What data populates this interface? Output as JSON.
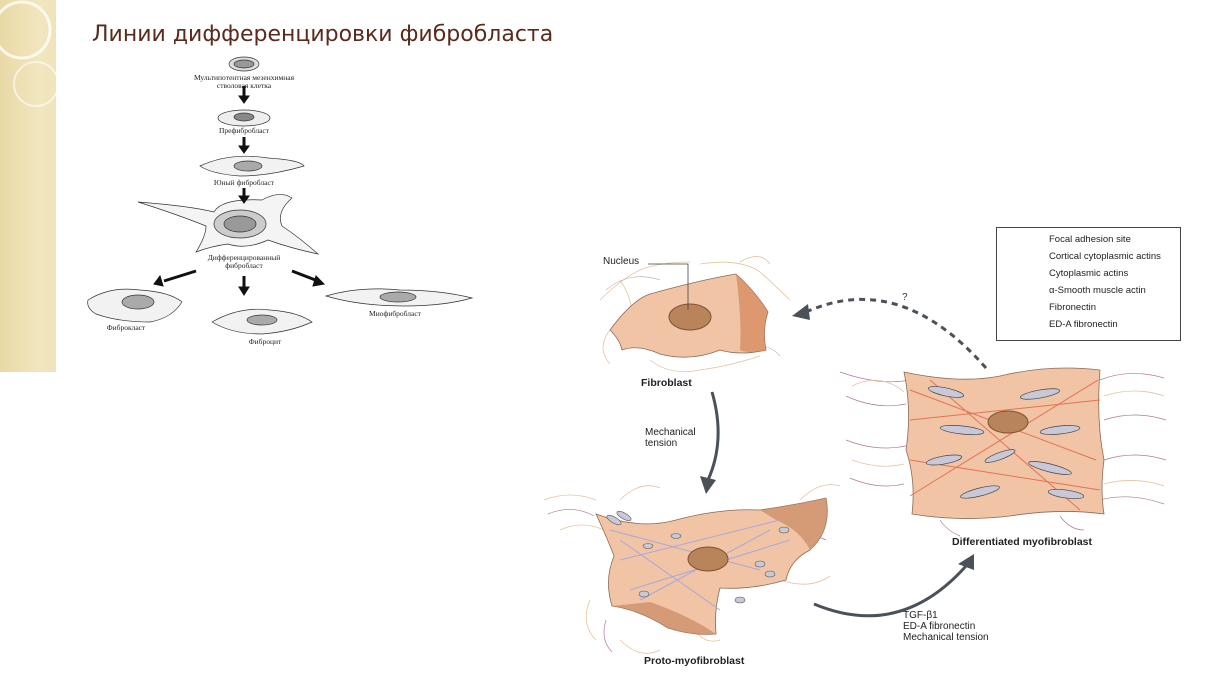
{
  "slide": {
    "title": "Линии дифференцировки фибробласта",
    "stages": {
      "msc": "Мультипотентная мезенхимная стволовая клетка",
      "msc_line1": "Мультипотентная мезенхимная",
      "msc_line2": "стволовая клетка",
      "prefibroblast": "Префибробласт",
      "young": "Юный фибробласт",
      "differentiated_line1": "Дифференцированный",
      "differentiated_line2": "фибробласт",
      "fibroclast": "Фиброкласт",
      "fibrocyte": "Фиброцит",
      "myofibroblast": "Миофибробласт"
    }
  },
  "diagram": {
    "nucleus_label": "Nucleus",
    "fibroblast": "Fibroblast",
    "mechanical_tension_line1": "Mechanical",
    "mechanical_tension_line2": "tension",
    "proto": "Proto-myofibroblast",
    "differentiated": "Differentiated myofibroblast",
    "question": "?",
    "factors": [
      "TGF-β1",
      "ED-A fibronectin",
      "Mechanical tension"
    ]
  },
  "legend": {
    "items": [
      {
        "label": "Focal adhesion site",
        "color": "#b8b8c8"
      },
      {
        "label": "Cortical cytoplasmic actins",
        "color": "#b5653a"
      },
      {
        "label": "Cytoplasmic actins",
        "color": "#a8a8d8"
      },
      {
        "label": "α-Smooth muscle actin",
        "color": "#e26a4a"
      },
      {
        "label": "Fibronectin",
        "color": "#e0c49a"
      },
      {
        "label": "ED-A fibronectin",
        "color": "#a84a6a"
      }
    ]
  },
  "colors": {
    "cell": "#f1c4a6",
    "nucleus": "#b9845a",
    "arrow": "#4b5159",
    "title": "#5a2a1c"
  }
}
